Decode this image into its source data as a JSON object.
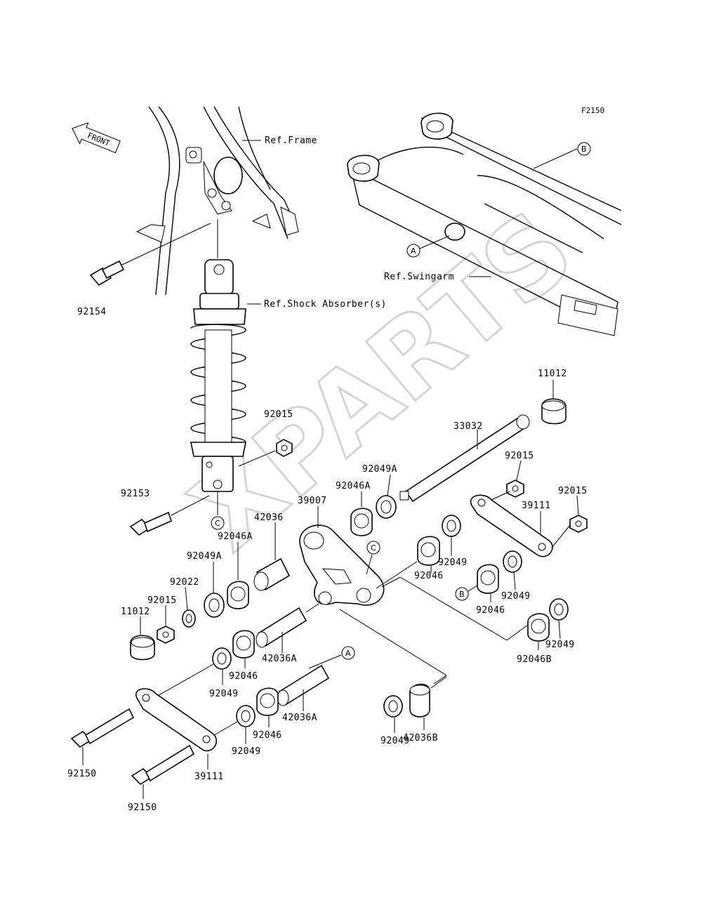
{
  "diagram_code": "F2150",
  "front_arrow_label": "FRONT",
  "watermark": "XPARTS",
  "references": {
    "frame": "Ref.Frame",
    "shock_absorber": "Ref.Shock Absorber(s)",
    "swingarm": "Ref.Swingarm"
  },
  "markers": {
    "a": "A",
    "b": "B",
    "c": "C"
  },
  "parts": {
    "p92154": "92154",
    "p92153": "92153",
    "p92015_shock": "92015",
    "p11012_top": "11012",
    "p33032": "33032",
    "p92015_a": "92015",
    "p92015_b": "92015",
    "p92049A_top": "92049A",
    "p92046A_top": "92046A",
    "p39007": "39007",
    "p39111_right": "39111",
    "p42036": "42036",
    "p92046A_left": "92046A",
    "p92049A_left": "92049A",
    "p92022": "92022",
    "p92015_left": "92015",
    "p11012_left": "11012",
    "p92046_mid": "92046",
    "p92049_mid": "92049",
    "p92046_b": "92046",
    "p92049_b": "92049",
    "p92049_right": "92049",
    "p92046B": "92046B",
    "p42036A_a": "42036A",
    "p92046_low": "92046",
    "p92049_low": "92049",
    "p42036A_b": "42036A",
    "p92046_low2": "92046",
    "p92049_low2": "92049",
    "p42036B": "42036B",
    "p92049_bottom": "92049",
    "p92150_a": "92150",
    "p39111_left": "39111",
    "p92150_b": "92150"
  }
}
